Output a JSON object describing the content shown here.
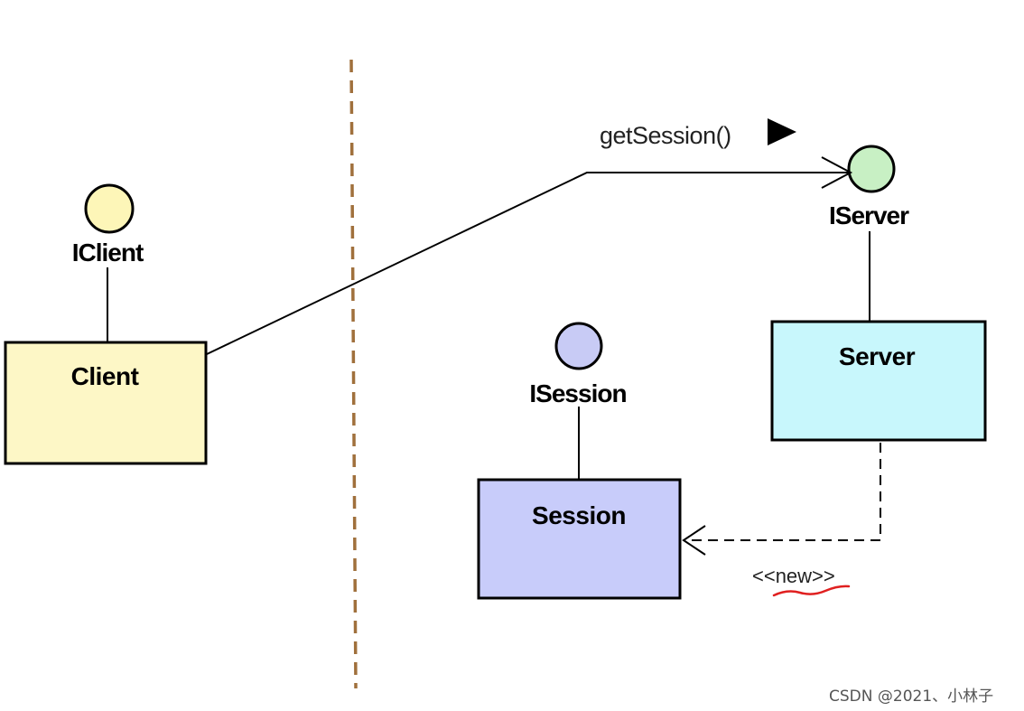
{
  "interfaces": {
    "iclient": {
      "label": "IClient",
      "color": "#fdf6b8"
    },
    "iserver": {
      "label": "IServer",
      "color": "#c8f0c4"
    },
    "isession": {
      "label": "ISession",
      "color": "#c8cbf5"
    }
  },
  "classes": {
    "client": {
      "label": "Client",
      "color": "#fdf7c6"
    },
    "server": {
      "label": "Server",
      "color": "#c8f7fc"
    },
    "session": {
      "label": "Session",
      "color": "#c8ccfa"
    }
  },
  "messages": {
    "get_session": {
      "label": "getSession()"
    },
    "new_dependency": {
      "label": "<<new>>"
    }
  },
  "watermark": "CSDN @2021、小林子",
  "colors": {
    "boundary_line": "#a0703c",
    "annotation_underline": "#e02020"
  }
}
